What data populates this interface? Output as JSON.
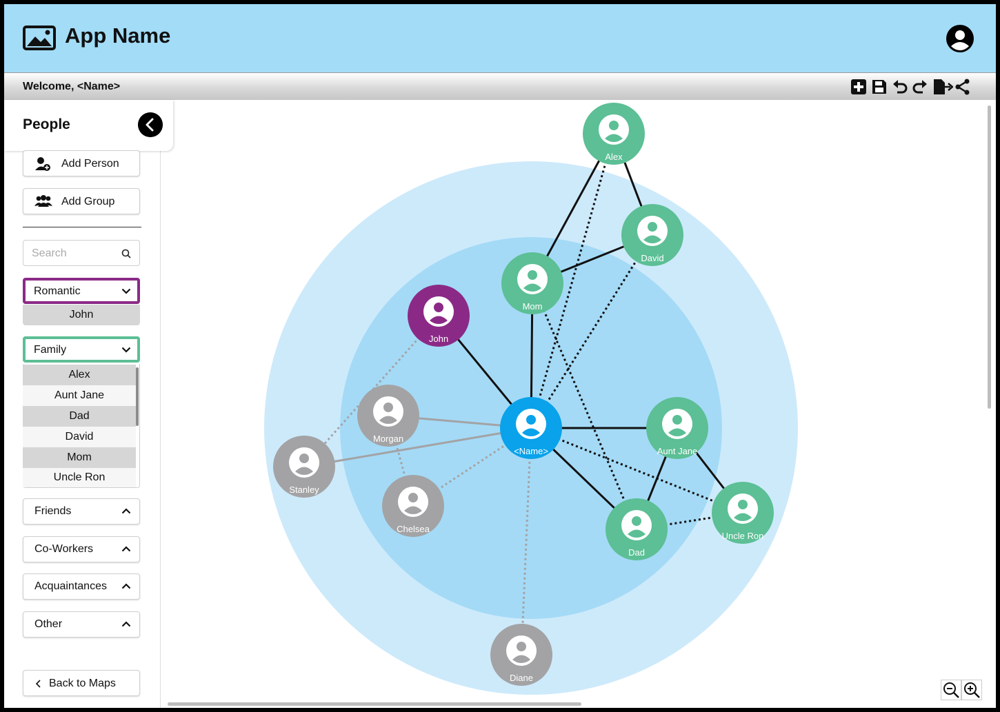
{
  "app": {
    "title": "App Name"
  },
  "welcome": "Welcome, <Name>",
  "toolbar": {
    "icons": [
      "add-icon",
      "save-icon",
      "undo-icon",
      "redo-icon",
      "export-icon",
      "share-icon"
    ]
  },
  "sidebar": {
    "title": "People",
    "add_person": "Add Person",
    "add_group": "Add Group",
    "search_placeholder": "Search",
    "groups": {
      "romantic": {
        "label": "Romantic",
        "color": "#8b2a86",
        "members": [
          "John"
        ]
      },
      "family": {
        "label": "Family",
        "color": "#5cbf95",
        "members": [
          "Alex",
          "Aunt Jane",
          "Dad",
          "David",
          "Mom",
          "Uncle Ron"
        ]
      },
      "friends": {
        "label": "Friends"
      },
      "coworkers": {
        "label": "Co-Workers"
      },
      "acquaintances": {
        "label": "Acquaintances"
      },
      "other": {
        "label": "Other"
      }
    },
    "back": "Back to Maps"
  },
  "map": {
    "center": "<Name>",
    "nodes": {
      "alex": "Alex",
      "david": "David",
      "mom": "Mom",
      "john": "John",
      "morgan": "Morgan",
      "stanley": "Stanley",
      "chelsea": "Chelsea",
      "aunt_jane": "Aunt Jane",
      "uncle_ron": "Uncle Ron",
      "dad": "Dad",
      "diane": "Diane"
    },
    "colors": {
      "center": "#0aa2ea",
      "family": "#5cbf95",
      "romantic": "#8b2a86",
      "other": "#a3a3a5",
      "ring_outer": "#cdeafb",
      "ring_inner": "#a4daf6"
    }
  }
}
